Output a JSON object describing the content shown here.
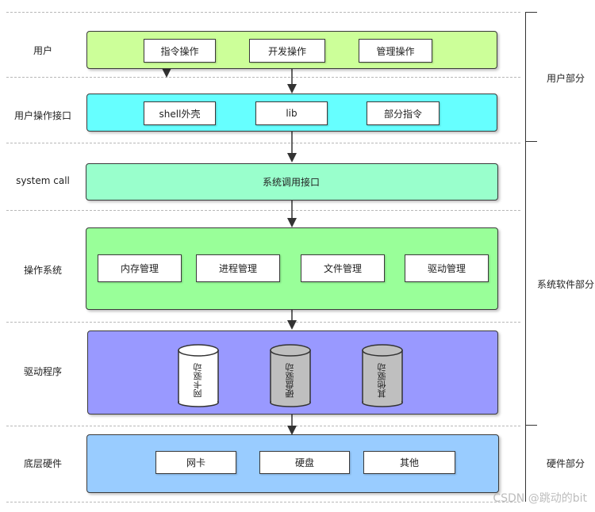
{
  "rows": {
    "user": {
      "label": "用户",
      "items": [
        "指令操作",
        "开发操作",
        "管理操作"
      ],
      "color": "#ccff99"
    },
    "interface": {
      "label": "用户操作接口",
      "items": [
        "shell外壳",
        "lib",
        "部分指令"
      ],
      "color": "#66ffff"
    },
    "syscall": {
      "label": "system call",
      "text": "系统调用接口",
      "color": "#99ffcc"
    },
    "os": {
      "label": "操作系统",
      "items": [
        "内存管理",
        "进程管理",
        "文件管理",
        "驱动管理"
      ],
      "color": "#99ff99"
    },
    "driver": {
      "label": "驱动程序",
      "cylinders": [
        "网卡驱动",
        "硬盘驱动",
        "其他驱动"
      ],
      "color": "#9999ff"
    },
    "hardware": {
      "label": "底层硬件",
      "items": [
        "网卡",
        "硬盘",
        "其他"
      ],
      "color": "#99ccff"
    }
  },
  "sections": {
    "user_part": "用户部分",
    "system_part": "系统软件部分",
    "hardware_part": "硬件部分"
  },
  "watermark": "CSDN @跳动的bit"
}
